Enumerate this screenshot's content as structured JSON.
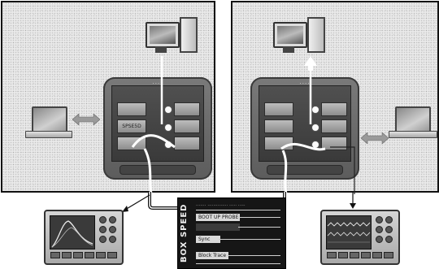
{
  "diagram": {
    "left_system": {
      "rack_label": "...."
    },
    "right_system": {
      "rack_label": "...."
    },
    "rack_card_labels": {
      "left": [
        "",
        "SPSE5D",
        ""
      ],
      "right": [
        "",
        "",
        ""
      ]
    },
    "speed_panel": {
      "title": "BOX SPEED",
      "header_text": "....... .............. ..... .....",
      "rows": [
        "BOOT UP PROBE",
        "",
        "Sync",
        "Block Trace"
      ]
    }
  }
}
